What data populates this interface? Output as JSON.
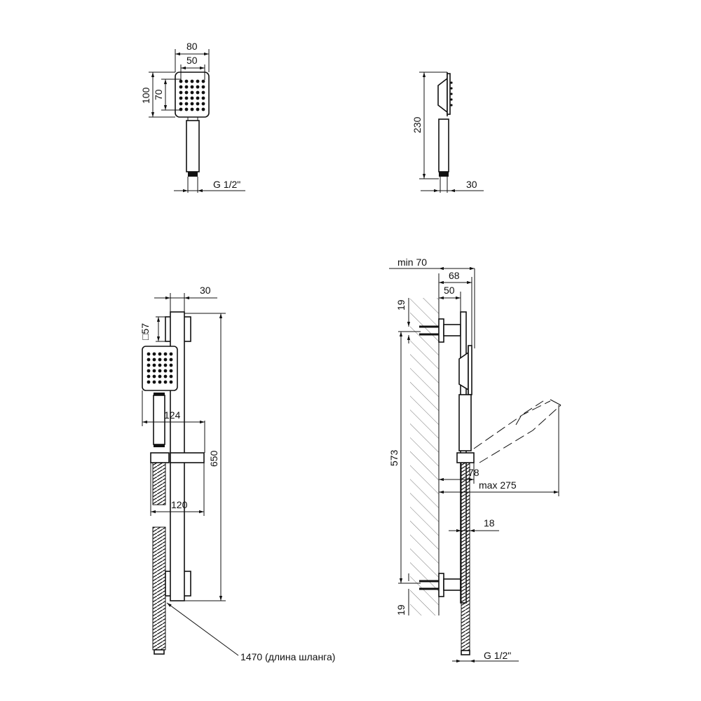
{
  "views": {
    "front_head": {
      "width": "80",
      "nozzle_width": "50",
      "height": "100",
      "nozzle_height": "70",
      "thread": "G 1/2\""
    },
    "side_head": {
      "length": "230",
      "depth": "30"
    },
    "front_set": {
      "rail_width": "30",
      "bracket_size": "□57",
      "head_offset": "124",
      "rail_length": "650",
      "holder_offset": "120",
      "hose_note": "1470 (длина шланга)"
    },
    "side_set": {
      "min_projection": "min 70",
      "head_projection": "68",
      "rail_projection": "50",
      "top_bracket_offset": "19",
      "bracket_spacing": "573",
      "holder_projection": "78",
      "max_reach": "max 275",
      "hose_diameter": "18",
      "bottom_bracket_offset": "19",
      "thread": "G 1/2\""
    }
  }
}
